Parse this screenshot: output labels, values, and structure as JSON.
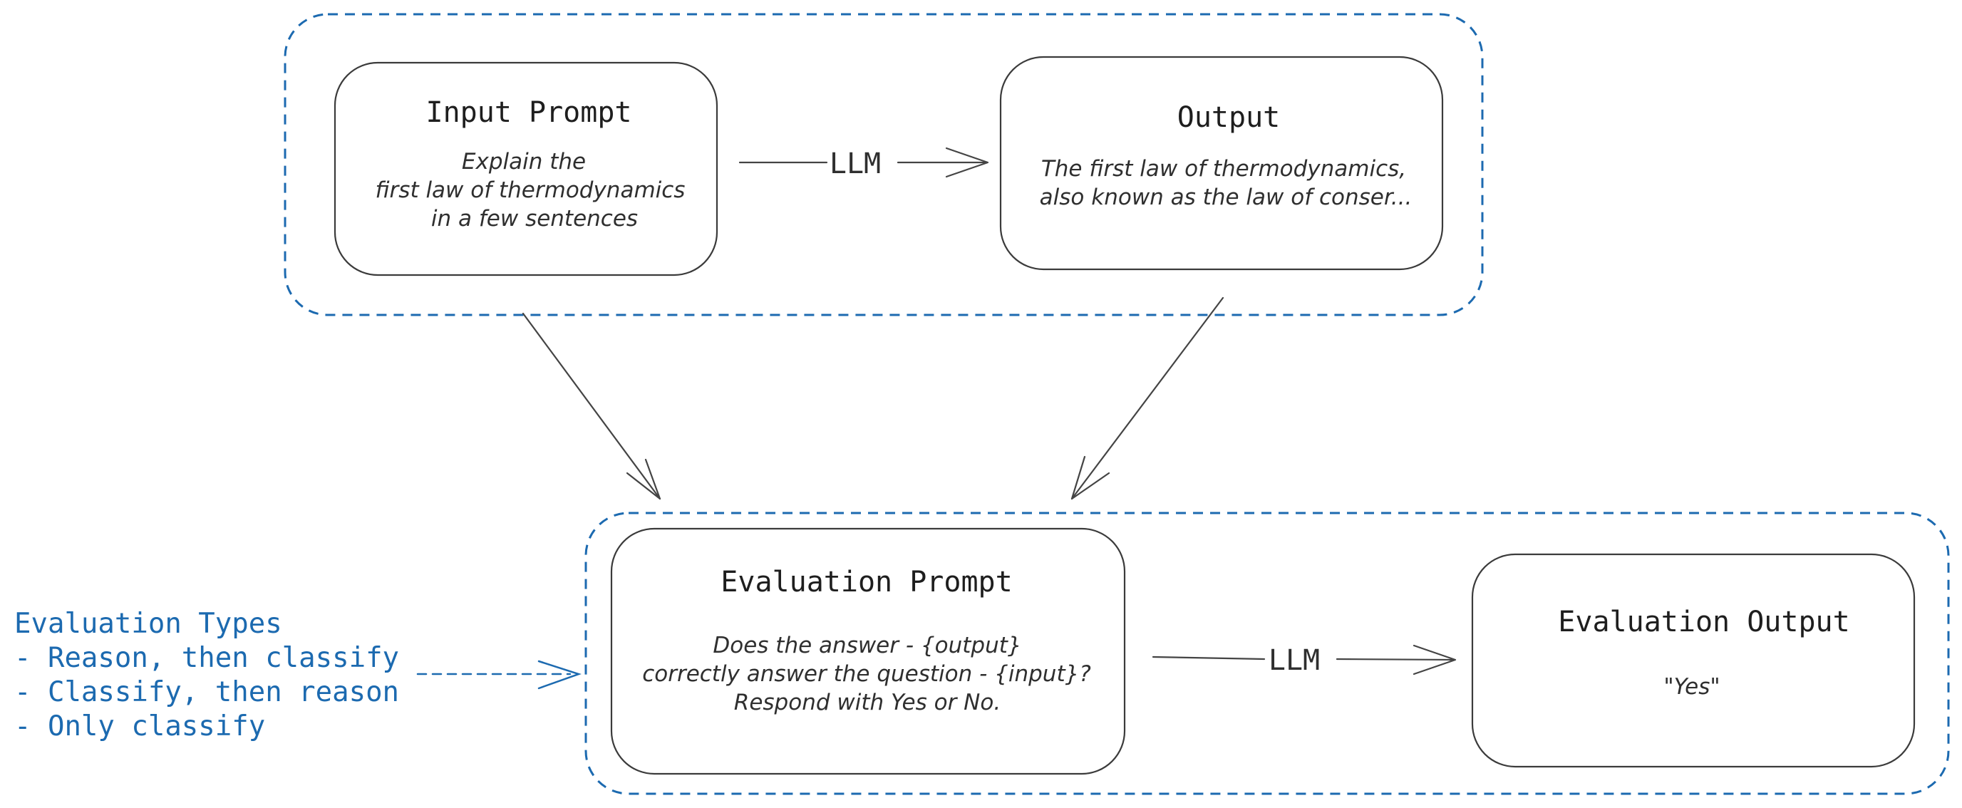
{
  "nodes": {
    "input_prompt": {
      "title": "Input Prompt",
      "lines": [
        "Explain the",
        "first law of thermodynamics",
        "in a few sentences"
      ]
    },
    "output": {
      "title": "Output",
      "lines": [
        "The first law of thermodynamics,",
        "also known as the law of conser..."
      ]
    },
    "evaluation_prompt": {
      "title": "Evaluation Prompt",
      "lines": [
        "Does the answer - {output}",
        "correctly answer the question - {input}?",
        "Respond with Yes or No."
      ]
    },
    "evaluation_output": {
      "title": "Evaluation Output",
      "lines": [
        "\"Yes\""
      ]
    }
  },
  "edges": {
    "top_llm_label": "LLM",
    "bottom_llm_label": "LLM"
  },
  "evaluation_types": {
    "heading": "Evaluation Types",
    "items": [
      "- Reason, then classify",
      "- Classify, then reason",
      "- Only classify"
    ]
  },
  "colors": {
    "group_border": "#1c6ab0",
    "node_border": "#3b3b3b",
    "annotation_text": "#1c6ab0"
  }
}
